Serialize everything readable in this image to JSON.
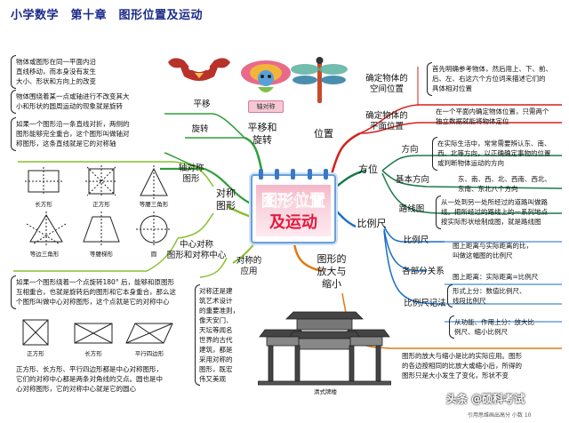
{
  "title": "小学数学　第十章　图形位置及运动",
  "center": {
    "line1": "图形位置",
    "line2": "及运动"
  },
  "branches": {
    "pingyi_xuanzhuan": "平移和\n旋转",
    "pingyi": "平移",
    "xuanzhuan": "旋转",
    "duichen": "对称\n图形",
    "duichen_axis": "轴对称\n图形",
    "duichen_center": "中心对称\n图形和对称中心",
    "duichen_apply": "对称的\n应用",
    "weizhi": "位置",
    "weizhi_space": "确定物体的\n空间位置",
    "weizhi_plane": "确定物体的\n平面位置",
    "fangwei": "方位",
    "fangxiang": "方向",
    "jiben_fangxiang": "基本方向",
    "luxiantu": "路线图",
    "bilichi": "比例尺",
    "bilichi_sub": "比例尺",
    "bilichi_class": "各部分关系",
    "bilichi_notation": "比例尺记法",
    "fangda": "图形的\n放大与\n缩小"
  },
  "texts": {
    "pingyi_def": "物体或图形在同一平面内沿\n直线移动，而本身没有发生\n大小、形状和方向上的改变",
    "xuanzhuan_def": "物体围绕着某一点或轴进行不改变其大\n小和形状的圆周运动的现象就是旋转",
    "zhou_def": "如果一个图形沿一条直线对折，两侧的\n图形能够完全重合，这个图形叫做轴对\n称图形，这条直线就是它的对称轴",
    "center_def": "如果一个图形绕着一个点旋转180° 后，能够和原图形\n互相重合，也就是旋转后的图形和它本身重合，那么这\n个图形叫做中心对称图形，这个点就是它的对称中心",
    "center_note": "正方形、长方形、平行四边形都是中心对称图形，\n它们的对称中心都是两条对角线的交点。圆也是中\n心对称图形，它的对称中心就是它的圆心",
    "apply_def": "对称还是建\n筑艺术设计\n的重要准则，\n像天安门、\n天坛等闻名\n世界的古代\n建筑，都是\n采用对称的\n图形，既宏\n伟又美观",
    "space_def": "首先明确参考物体，然后用上、下、前、\n后、左、右这六个方位词来描述它们的\n具体相对位置",
    "plane_def": "在一个平面内确定物体位置，只需两个\n独立数据就能将物体定位",
    "fangxiang_def": "在实际生活中，常常需要辨认东、南、\n西、北等方向，以正确确定事物的位置\n或判断物体运动的方向",
    "jiben_def": "东、南、西、北、西南、西北、\n东南、东北八个方向",
    "luxian_def": "从一处到另一处所经过的道路叫做路\n线。把所经过的路线上的一系列地点\n按实际形状绘制成图，就是路线图",
    "bili_def": "图上距离与实际距离的比，\n叫做这幅图的比例尺",
    "bili_formula": "图上距离：实际距离=比例尺",
    "bili_form": "形式上分：数值比例尺、\n线段比例尺",
    "bili_use": "从功能、作用上分：放大比\n例尺、缩小比例尺",
    "fangda_def": "图形的放大与缩小是比的实际应用。图形\n的各边按相同的比放大或缩小后，所得的\n图形只是大小发生了变化，形状不变"
  },
  "shape_captions": {
    "axis": [
      "长方形",
      "正方形",
      "等腰三角形",
      "等边三角形",
      "等腰梯形",
      "圆"
    ],
    "center": [
      "正方形",
      "长方形",
      "平行四边形"
    ]
  },
  "image_captions": {
    "kite": "轴对称",
    "gate": "清式牌楼"
  },
  "watermark": "头条 @硕科考试",
  "footer": "引用思维画出高分 小数 10"
}
